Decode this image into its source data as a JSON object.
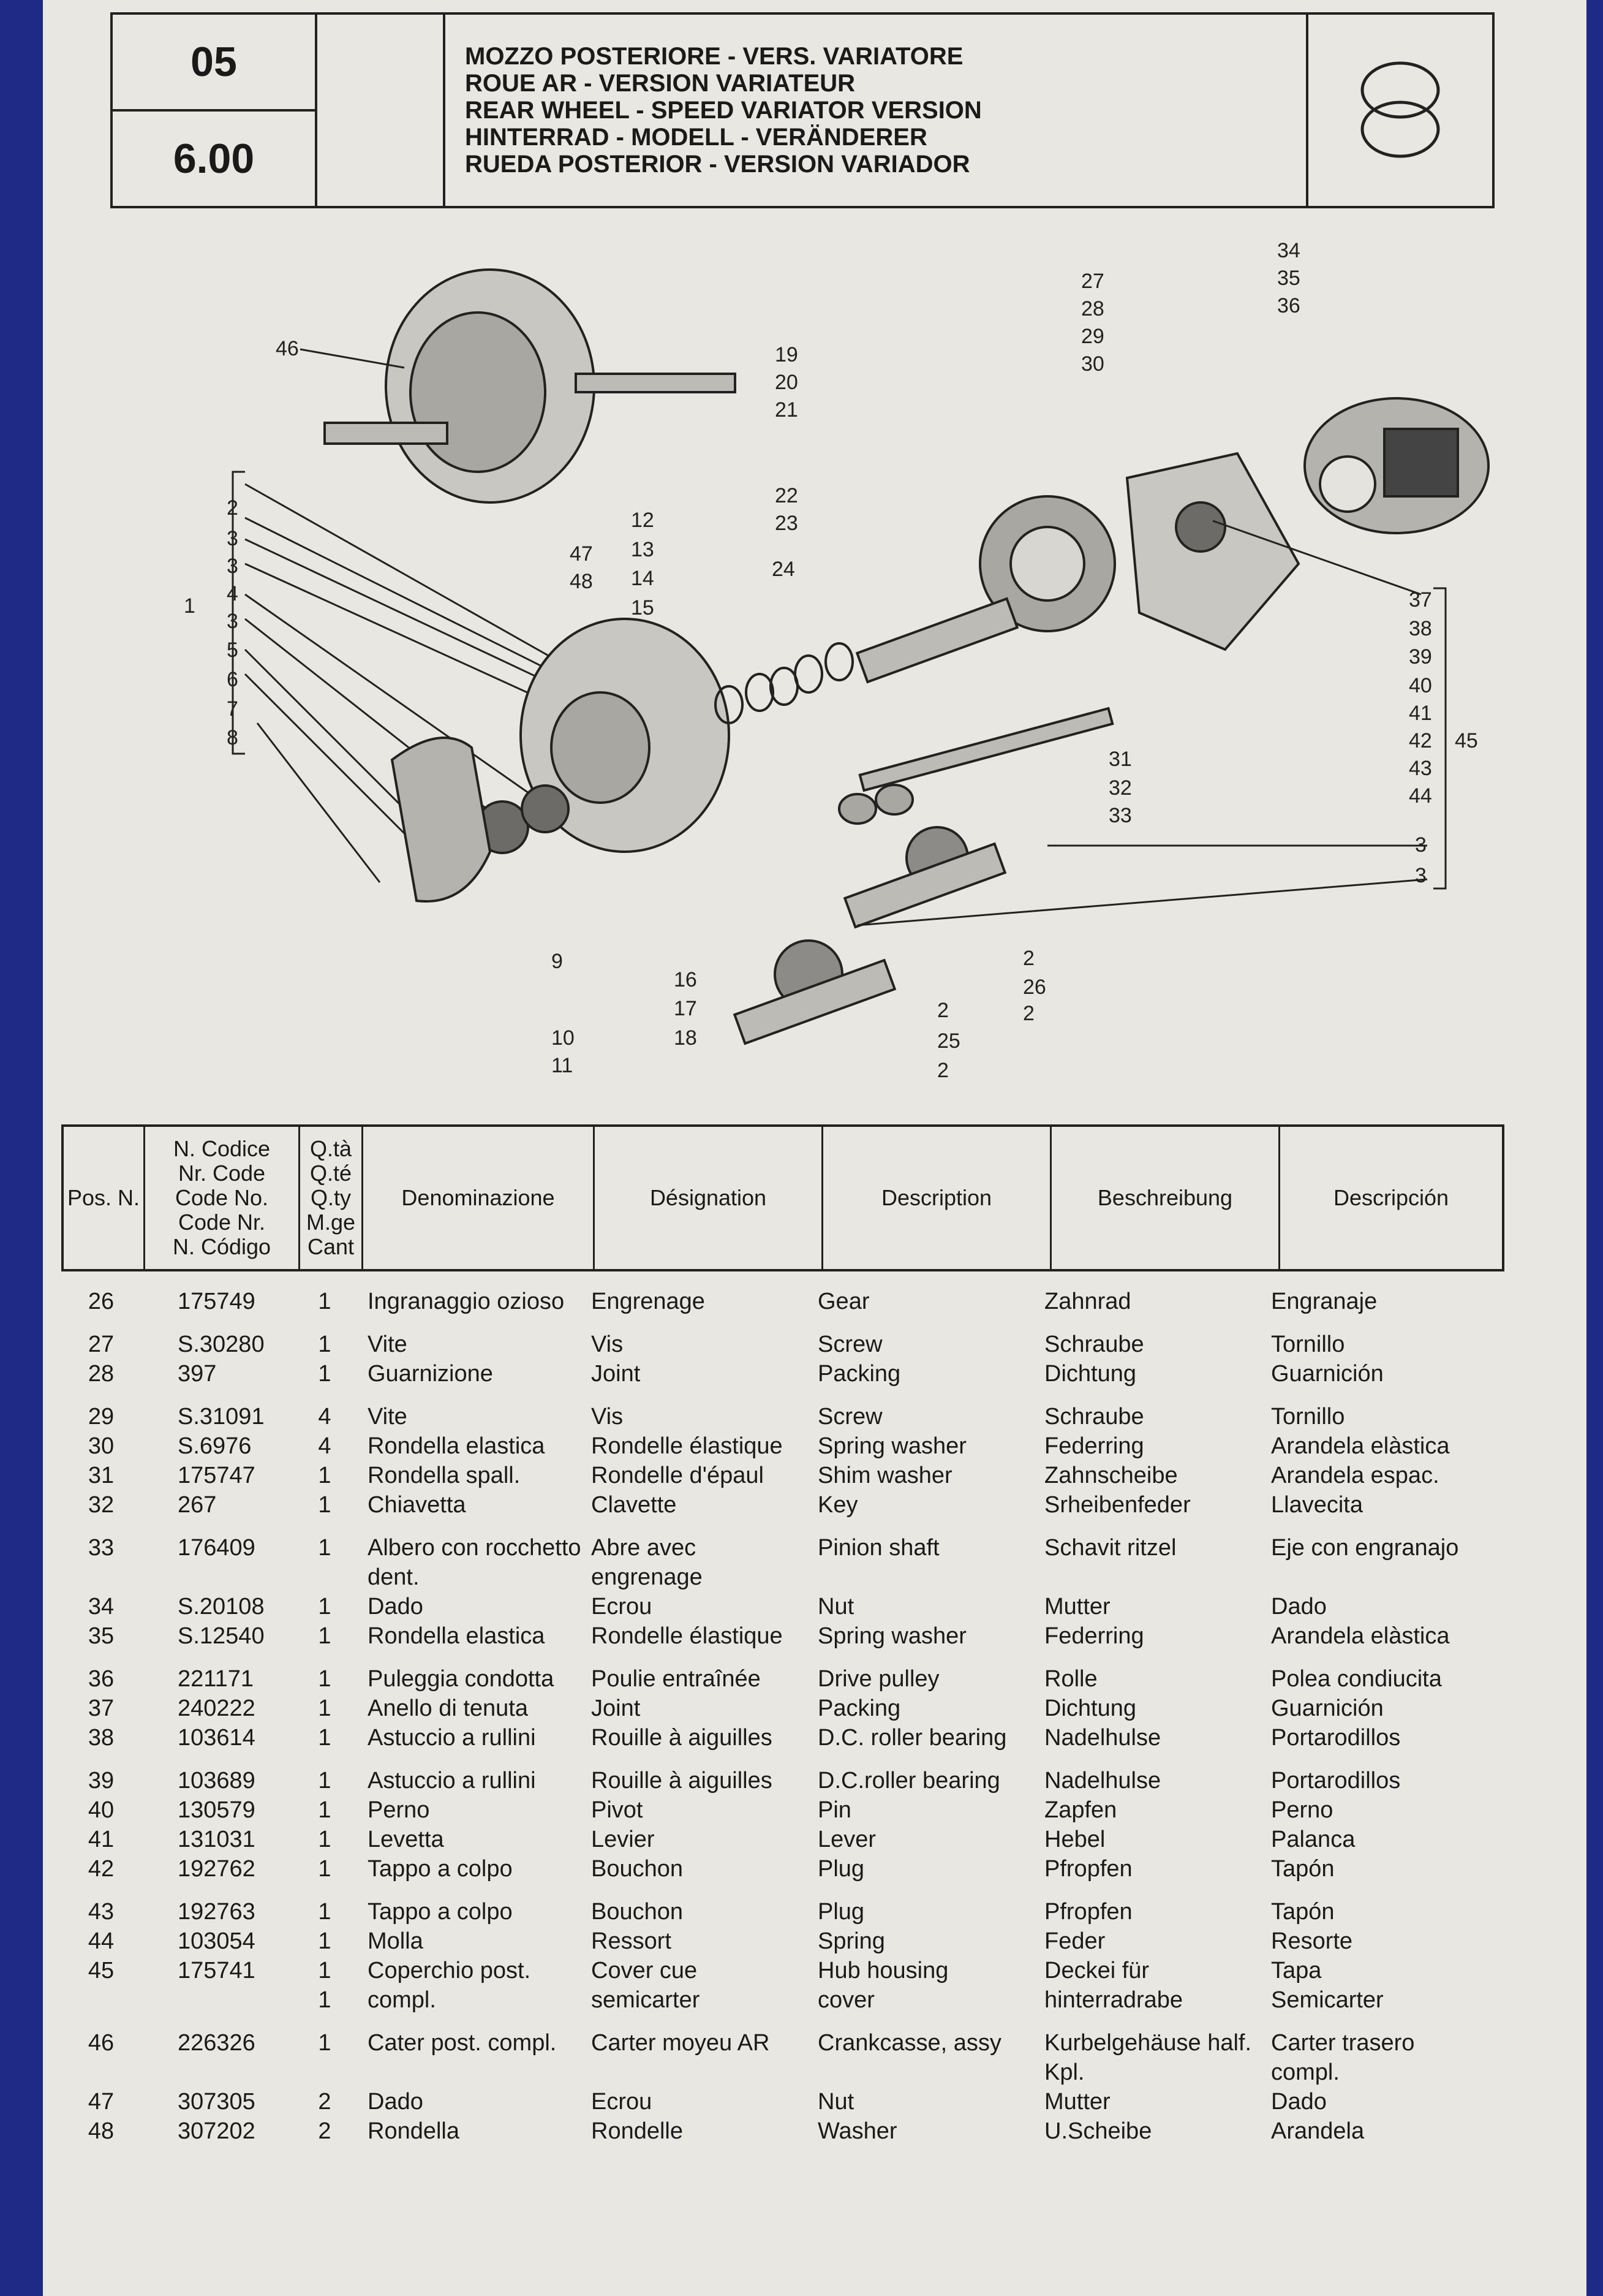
{
  "header": {
    "group": "05",
    "sheet": "6.00",
    "titles": [
      "MOZZO POSTERIORE - VERS. VARIATORE",
      "ROUE AR - VERSION VARIATEUR",
      "REAR WHEEL - SPEED VARIATOR VERSION",
      "HINTERRAD - MODELL - VERÄNDERER",
      "RUEDA POSTERIOR - VERSION VARIADOR"
    ],
    "icon": "two-rings-icon"
  },
  "diagram": {
    "callouts_left": [
      "46",
      "1",
      "2",
      "3",
      "3",
      "4",
      "3",
      "5",
      "6",
      "7",
      "8",
      "9",
      "10",
      "11",
      "47",
      "48",
      "12",
      "13",
      "14",
      "15",
      "16",
      "17",
      "18"
    ],
    "callouts_right": [
      "19",
      "20",
      "21",
      "22",
      "23",
      "24",
      "27",
      "28",
      "29",
      "30",
      "34",
      "35",
      "36",
      "37",
      "38",
      "39",
      "40",
      "41",
      "42",
      "43",
      "44",
      "45",
      "31",
      "32",
      "33",
      "3",
      "3",
      "2",
      "26",
      "2",
      "2",
      "25",
      "2"
    ]
  },
  "table": {
    "headers": {
      "pos": "Pos. N.",
      "code": [
        "N. Codice",
        "Nr. Code",
        "Code No.",
        "Code Nr.",
        "N. Código"
      ],
      "qty": [
        "Q.tà",
        "Q.té",
        "Q.ty",
        "M.ge",
        "Cant"
      ],
      "it": "Denominazione",
      "fr": "Désignation",
      "en": "Description",
      "de": "Beschreibung",
      "es": "Descripción"
    },
    "rows": [
      {
        "pos": "26",
        "code": "175749",
        "qty": "1",
        "it": "Ingranaggio ozioso",
        "fr": "Engrenage",
        "en": "Gear",
        "de": "Zahnrad",
        "es": "Engranaje",
        "gap": false
      },
      {
        "pos": "27",
        "code": "S.30280",
        "qty": "1",
        "it": "Vite",
        "fr": "Vis",
        "en": "Screw",
        "de": "Schraube",
        "es": "Tornillo",
        "gap": true
      },
      {
        "pos": "28",
        "code": "397",
        "qty": "1",
        "it": "Guarnizione",
        "fr": "Joint",
        "en": "Packing",
        "de": "Dichtung",
        "es": "Guarnición",
        "gap": false
      },
      {
        "pos": "29",
        "code": "S.31091",
        "qty": "4",
        "it": "Vite",
        "fr": "Vis",
        "en": "Screw",
        "de": "Schraube",
        "es": "Tornillo",
        "gap": true
      },
      {
        "pos": "30",
        "code": "S.6976",
        "qty": "4",
        "it": "Rondella elastica",
        "fr": "Rondelle élastique",
        "en": "Spring washer",
        "de": "Federring",
        "es": "Arandela elàstica",
        "gap": false
      },
      {
        "pos": "31",
        "code": "175747",
        "qty": "1",
        "it": "Rondella spall.",
        "fr": "Rondelle d'épaul",
        "en": "Shim washer",
        "de": "Zahnscheibe",
        "es": "Arandela espac.",
        "gap": false
      },
      {
        "pos": "32",
        "code": "267",
        "qty": "1",
        "it": "Chiavetta",
        "fr": "Clavette",
        "en": "Key",
        "de": "Srheibenfeder",
        "es": "Llavecita",
        "gap": false
      },
      {
        "pos": "33",
        "code": "176409",
        "qty": "1",
        "it": "Albero con rocchetto dent.",
        "fr": "Abre avec engrenage",
        "en": "Pinion shaft",
        "de": "Schavit ritzel",
        "es": "Eje con engranajo",
        "gap": true
      },
      {
        "pos": "34",
        "code": "S.20108",
        "qty": "1",
        "it": "Dado",
        "fr": "Ecrou",
        "en": "Nut",
        "de": "Mutter",
        "es": "Dado",
        "gap": false
      },
      {
        "pos": "35",
        "code": "S.12540",
        "qty": "1",
        "it": "Rondella elastica",
        "fr": "Rondelle élastique",
        "en": "Spring washer",
        "de": "Federring",
        "es": "Arandela elàstica",
        "gap": false
      },
      {
        "pos": "36",
        "code": "221171",
        "qty": "1",
        "it": "Puleggia condotta",
        "fr": "Poulie entraînée",
        "en": "Drive pulley",
        "de": "Rolle",
        "es": "Polea condiucita",
        "gap": true
      },
      {
        "pos": "37",
        "code": "240222",
        "qty": "1",
        "it": "Anello di tenuta",
        "fr": "Joint",
        "en": "Packing",
        "de": "Dichtung",
        "es": "Guarnición",
        "gap": false
      },
      {
        "pos": "38",
        "code": "103614",
        "qty": "1",
        "it": "Astuccio a rullini",
        "fr": "Rouille à aiguilles",
        "en": "D.C. roller bearing",
        "de": "Nadelhulse",
        "es": "Portarodillos",
        "gap": false
      },
      {
        "pos": "39",
        "code": "103689",
        "qty": "1",
        "it": "Astuccio a rullini",
        "fr": "Rouille à aiguilles",
        "en": "D.C.roller bearing",
        "de": "Nadelhulse",
        "es": "Portarodillos",
        "gap": true
      },
      {
        "pos": "40",
        "code": "130579",
        "qty": "1",
        "it": "Perno",
        "fr": "Pivot",
        "en": "Pin",
        "de": "Zapfen",
        "es": "Perno",
        "gap": false
      },
      {
        "pos": "41",
        "code": "131031",
        "qty": "1",
        "it": "Levetta",
        "fr": "Levier",
        "en": "Lever",
        "de": "Hebel",
        "es": "Palanca",
        "gap": false
      },
      {
        "pos": "42",
        "code": "192762",
        "qty": "1",
        "it": "Tappo a colpo",
        "fr": "Bouchon",
        "en": "Plug",
        "de": "Pfropfen",
        "es": "Tapón",
        "gap": false
      },
      {
        "pos": "43",
        "code": "192763",
        "qty": "1",
        "it": "Tappo a colpo",
        "fr": "Bouchon",
        "en": "Plug",
        "de": "Pfropfen",
        "es": "Tapón",
        "gap": true
      },
      {
        "pos": "44",
        "code": "103054",
        "qty": "1",
        "it": "Molla",
        "fr": "Ressort",
        "en": "Spring",
        "de": "Feder",
        "es": "Resorte",
        "gap": false
      },
      {
        "pos": "45",
        "code": "175741",
        "qty": "1",
        "it": "Coperchio post.",
        "fr": "Cover cue",
        "en": "Hub housing",
        "de": "Deckei für",
        "es": "Tapa",
        "gap": false
      },
      {
        "pos": "",
        "code": "",
        "qty": "1",
        "it": "compl.",
        "fr": "semicarter",
        "en": "cover",
        "de": "hinterradrabe",
        "es": "Semicarter",
        "gap": false
      },
      {
        "pos": "46",
        "code": "226326",
        "qty": "1",
        "it": "Cater post. compl.",
        "fr": "Carter moyeu AR",
        "en": "Crankcasse, assy",
        "de": "Kurbelgehäuse half. Kpl.",
        "es": "Carter trasero compl.",
        "gap": true
      },
      {
        "pos": "47",
        "code": "307305",
        "qty": "2",
        "it": "Dado",
        "fr": "Ecrou",
        "en": "Nut",
        "de": "Mutter",
        "es": "Dado",
        "gap": false
      },
      {
        "pos": "48",
        "code": "307202",
        "qty": "2",
        "it": "Rondella",
        "fr": "Rondelle",
        "en": "Washer",
        "de": "U.Scheibe",
        "es": "Arandela",
        "gap": false
      }
    ]
  }
}
